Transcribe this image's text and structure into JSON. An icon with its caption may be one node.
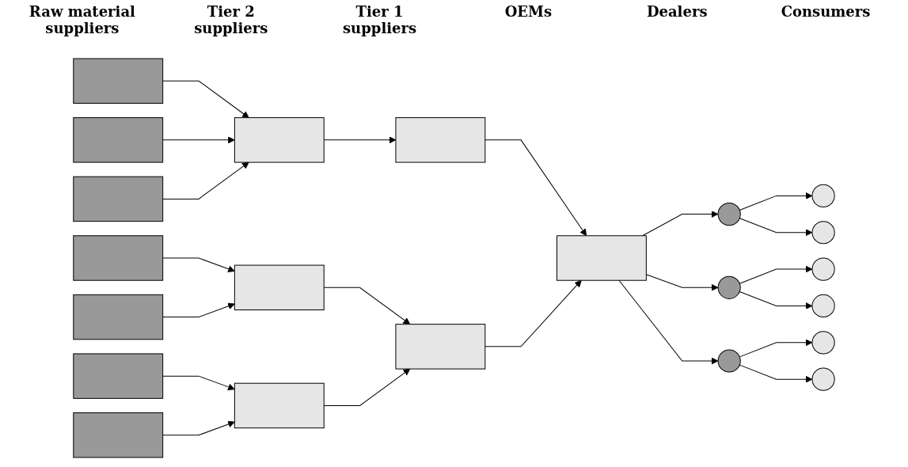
{
  "diagram": {
    "nodes": [
      {
        "text": [],
        "shape": "box"
      },
      {
        "text": [],
        "shape": "box"
      },
      {
        "text": [],
        "shape": "box"
      },
      {
        "text": [],
        "shape": "box"
      },
      {
        "text": [],
        "shape": "box"
      },
      {
        "text": [],
        "shape": "box"
      },
      {
        "text": [],
        "shape": "box"
      },
      {
        "text": [],
        "shape": "box"
      },
      {
        "text": [],
        "shape": "box"
      },
      {
        "text": [],
        "shape": "box"
      },
      {
        "text": [],
        "shape": "box"
      },
      {
        "text": [],
        "shape": "box"
      },
      {
        "text": [],
        "shape": "box"
      },
      {
        "text": [],
        "shape": "circle"
      },
      {
        "text": [],
        "shape": "circle"
      },
      {
        "text": [],
        "shape": "circle"
      },
      {
        "text": [],
        "shape": "circle"
      },
      {
        "text": [],
        "shape": "circle"
      },
      {
        "text": [],
        "shape": "circle"
      },
      {
        "text": [],
        "shape": "circle"
      },
      {
        "text": [],
        "shape": "circle"
      },
      {
        "text": [],
        "shape": "circle"
      }
    ],
    "edges": [
      {
        "from": 0,
        "to": 7,
        "arrow": "to"
      },
      {
        "from": 1,
        "to": 7,
        "arrow": "to"
      },
      {
        "from": 2,
        "to": 7,
        "arrow": "to"
      },
      {
        "from": 3,
        "to": 8,
        "arrow": "to"
      },
      {
        "from": 4,
        "to": 8,
        "arrow": "to"
      },
      {
        "from": 5,
        "to": 9,
        "arrow": "to"
      },
      {
        "from": 6,
        "to": 9,
        "arrow": "to"
      },
      {
        "from": 7,
        "to": 10,
        "arrow": "to"
      },
      {
        "from": 8,
        "to": 11,
        "arrow": "to"
      },
      {
        "from": 9,
        "to": 11,
        "arrow": "to"
      },
      {
        "from": 10,
        "to": 12,
        "arrow": "to"
      },
      {
        "from": 11,
        "to": 12,
        "arrow": "to"
      },
      {
        "from": 12,
        "to": 13,
        "arrow": "to"
      },
      {
        "from": 12,
        "to": 14,
        "arrow": "to"
      },
      {
        "from": 12,
        "to": 15,
        "arrow": "to"
      },
      {
        "from": 13,
        "to": 16,
        "arrow": "to"
      },
      {
        "from": 13,
        "to": 17,
        "arrow": "to"
      },
      {
        "from": 14,
        "to": 18,
        "arrow": "to"
      },
      {
        "from": 14,
        "to": 19,
        "arrow": "to"
      },
      {
        "from": 15,
        "to": 20,
        "arrow": "to"
      },
      {
        "from": 15,
        "to": 21,
        "arrow": "to"
      }
    ],
    "labels": [
      "Raw material suppliers",
      "Tier 2 suppliers",
      "Tier 1 suppliers",
      "OEMs",
      "Dealers",
      "Consumers"
    ]
  }
}
